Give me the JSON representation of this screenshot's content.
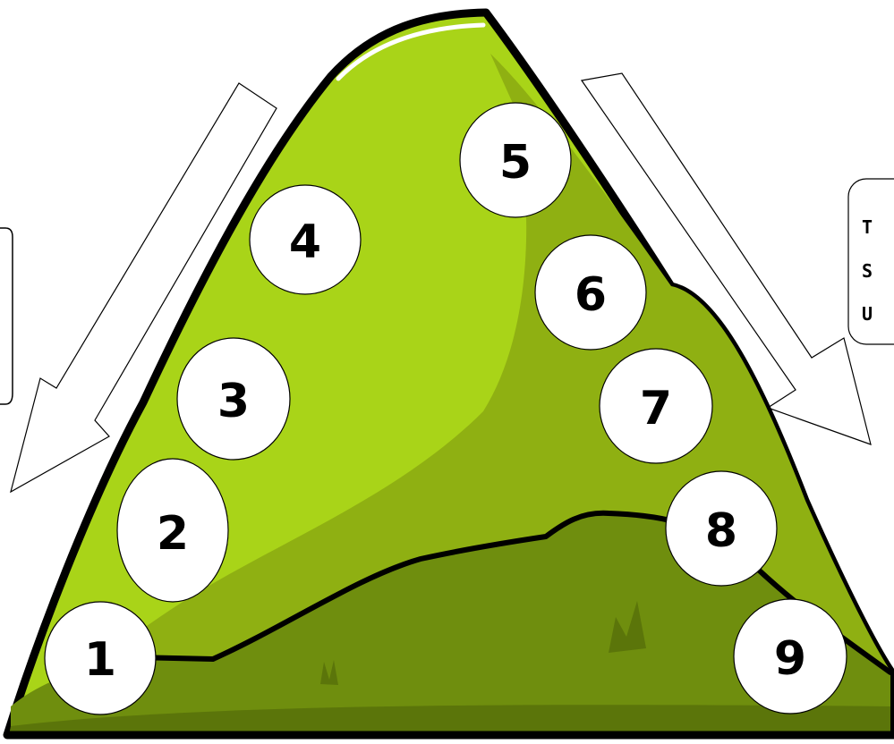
{
  "steps": [
    {
      "label": "1"
    },
    {
      "label": "2"
    },
    {
      "label": "3"
    },
    {
      "label": "4"
    },
    {
      "label": "5"
    },
    {
      "label": "6"
    },
    {
      "label": "7"
    },
    {
      "label": "8"
    },
    {
      "label": "9"
    }
  ],
  "note_lines": [
    "T",
    "S",
    "U"
  ],
  "colors": {
    "hill_light": "#a9d418",
    "hill_mid": "#8fb012",
    "hill_dark": "#6f8e0e",
    "outline": "#000000",
    "circle_fill": "#ffffff"
  }
}
